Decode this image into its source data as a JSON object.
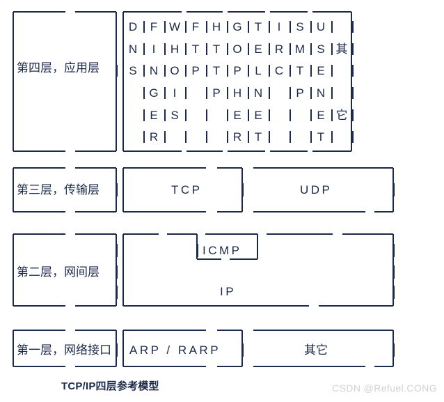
{
  "diagram": {
    "caption": "TCP/IP四层参考模型",
    "watermark": "CSDN @Refuel.CONG",
    "text_color": "#1b2a4a",
    "line_color": "#1b2a4a",
    "background": "#ffffff"
  },
  "layers": [
    {
      "id": "layer4",
      "name_label": "第四层，应用层",
      "protocols": [
        "DNS",
        "FINGER",
        "WHOIS",
        "FTP",
        "HTTP",
        "GOPHER",
        "TELNET",
        "IRC",
        "SMTP",
        "USENET",
        "其它"
      ]
    },
    {
      "id": "layer3",
      "name_label": "第三层，传输层",
      "protocols": [
        "TCP",
        "UDP"
      ]
    },
    {
      "id": "layer2",
      "name_label": "第二层，网间层",
      "protocols": [
        "ICMP",
        "IP"
      ]
    },
    {
      "id": "layer1",
      "name_label": "第一层，网络接口",
      "protocols": [
        "ARP / RARP",
        "其它"
      ]
    }
  ],
  "layer4_grid": {
    "columns": [
      {
        "name": "DNS",
        "letters": [
          "D",
          "N",
          "S",
          "",
          "",
          ""
        ]
      },
      {
        "name": "FINGER",
        "letters": [
          "F",
          "I",
          "N",
          "G",
          "E",
          "R"
        ]
      },
      {
        "name": "WHOIS",
        "letters": [
          "W",
          "H",
          "O",
          "I",
          "S",
          ""
        ]
      },
      {
        "name": "FTP",
        "letters": [
          "F",
          "T",
          "P",
          "",
          "",
          ""
        ]
      },
      {
        "name": "HTTP",
        "letters": [
          "H",
          "T",
          "T",
          "P",
          "",
          ""
        ]
      },
      {
        "name": "GOPHER",
        "letters": [
          "G",
          "O",
          "P",
          "H",
          "E",
          "R"
        ]
      },
      {
        "name": "TELNET",
        "letters": [
          "T",
          "E",
          "L",
          "N",
          "E",
          "T"
        ]
      },
      {
        "name": "IRC",
        "letters": [
          "I",
          "R",
          "C",
          "",
          "",
          ""
        ]
      },
      {
        "name": "SMTP",
        "letters": [
          "S",
          "M",
          "T",
          "P",
          "",
          ""
        ]
      },
      {
        "name": "USENET",
        "letters": [
          "U",
          "S",
          "E",
          "N",
          "E",
          "T"
        ]
      },
      {
        "name": "其它",
        "letters": [
          "",
          "其",
          "",
          "",
          "它",
          ""
        ]
      }
    ]
  }
}
